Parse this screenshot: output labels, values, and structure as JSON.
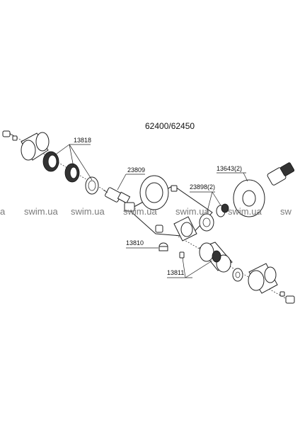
{
  "title": "62400/62450",
  "watermark": [
    "a",
    "swim.ua",
    "swim.ua",
    "swim.ua",
    "swim.ua",
    "swim.ua",
    "sw"
  ],
  "callouts": {
    "c13818": "13818",
    "c23809": "23809",
    "c13643": "13643(2)",
    "c23898": "23898(2)",
    "c13810": "13810",
    "c13811": "13811"
  }
}
